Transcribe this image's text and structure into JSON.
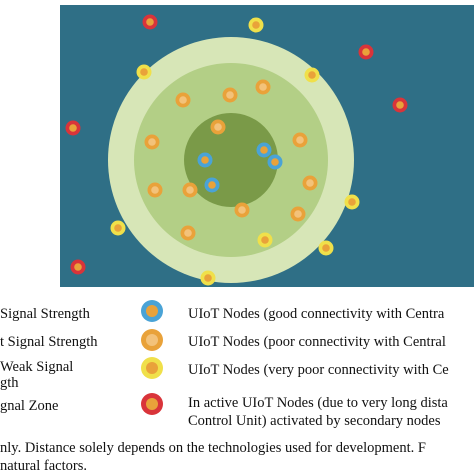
{
  "colors": {
    "sea": "#2f6f86",
    "zone_weak": "#d7e6b7",
    "zone_poor": "#b3cf86",
    "zone_good": "#7a9a48",
    "node_good": "#4aa3d6",
    "node_poor": "#e9a23a",
    "node_very_poor": "#f0e04a",
    "node_inactive": "#d9343a"
  },
  "legend": {
    "zone_labels": [
      "Signal Strength",
      "t Signal Strength",
      "Weak Signal",
      "gth",
      "gnal Zone"
    ],
    "node_labels": [
      "UIoT Nodes (good connectivity with Centra",
      "UIoT Nodes (poor connectivity with Central",
      "UIoT Nodes (very poor connectivity with Ce",
      "In active UIoT Nodes (due to very long dista",
      "Control Unit) activated by secondary nodes"
    ],
    "node_icons": [
      "good-node-icon",
      "poor-node-icon",
      "very-poor-node-icon",
      "inactive-node-icon"
    ]
  },
  "caption": {
    "line1": "nly. Distance solely depends on the technologies used for development. F",
    "line2": "natural factors."
  }
}
